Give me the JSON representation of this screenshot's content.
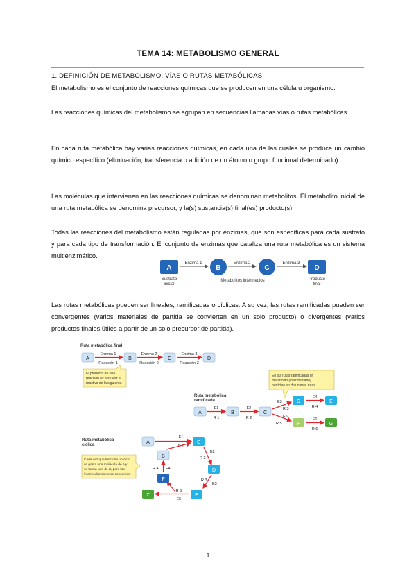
{
  "title": "TEMA 14: METABOLISMO GENERAL",
  "section_heading": "1. DEFINICIÓN DE METABOLISMO. VÍAS O RUTAS METABÓLICAS",
  "paragraphs": [
    "El metabolismo es el conjunto de reacciones químicas que se producen en una célula u organismo.",
    "Las reacciones químicas del metabolismo se agrupan en secuencias llamadas vías o rutas metabólicas.",
    "En cada ruta metabólica hay varias reacciones químicas, en cada una de las cuales se produce un cambio químico específico (eliminación, transferencia o adición de un átomo o grupo funcional determinado).",
    "Las moléculas que intervienen en las reacciones químicas se denominan metabolitos. El metabolito inicial de una ruta metabólica se denomina precursor, y la(s) sustancia(s) final(es) producto(s).",
    "Todas las reacciones del metabolismo están reguladas por enzimas, que son específicas para cada sustrato y para cada tipo de transformación. El conjunto de enzimas que cataliza una ruta metabólica es un sistema multienzimático.",
    "Las rutas metabólicas pueden ser lineales, ramificadas o cíclicas. A su vez, las rutas ramificadas pueden ser convergentes (varios materiales de partida se convierten en un solo producto) o divergentes (varios productos finales útiles a partir de un solo precursor de partida)."
  ],
  "figure1": {
    "nodes": [
      "A",
      "B",
      "C",
      "D"
    ],
    "enzymes": [
      "Enzima 1",
      "Enzima 2",
      "Enzima 3"
    ],
    "label_a": [
      "Sustrato",
      "inicial"
    ],
    "label_mid": "Metabolitos intermedios",
    "label_d": [
      "Producto",
      "final"
    ]
  },
  "figure2": {
    "linear_title": "Ruta metabólica final",
    "linear_nodes": [
      "A",
      "B",
      "C",
      "D"
    ],
    "linear_enzymes": [
      "Enzima 1",
      "Enzima 2",
      "Enzima 3"
    ],
    "linear_reactions": [
      "Reacción 1",
      "Reacción 2",
      "Reacción 3"
    ],
    "linear_note": [
      "El producto de una",
      "reacción es a su vez el",
      "reactivo de la siguiente."
    ],
    "branched_title": [
      "Ruta metabólica",
      "ramificada"
    ],
    "branched_nodes": [
      "A",
      "B",
      "C",
      "D",
      "E",
      "F",
      "G"
    ],
    "branched_enzymes": [
      "E1",
      "E2",
      "E3",
      "E4",
      "E5",
      "E6"
    ],
    "branched_reactions": [
      "R 1",
      "R 2",
      "R 3",
      "R 4",
      "R 5",
      "R 6"
    ],
    "branched_note": [
      "En las rutas ramificadas un",
      "metabolito (intermediario)",
      "participa en dos o más rutas."
    ],
    "cyclic_title": [
      "Ruta metabólica",
      "cíclica"
    ],
    "cyclic_nodes": [
      "A",
      "C",
      "D",
      "E",
      "Z",
      "F",
      "B"
    ],
    "cyclic_enzymes": [
      "E1",
      "E2",
      "E3",
      "E4",
      "E5"
    ],
    "cyclic_reactions": [
      "R 1",
      "R 2",
      "R 3",
      "R 4",
      "R 5"
    ],
    "cyclic_note": [
      "Cada vez que funciona un ciclo",
      "se gasta una molécula de A y",
      "se forma una de Z, pero los",
      "intermediarios no se consumen."
    ]
  },
  "page_number": "1",
  "colors": {
    "node_dark_blue": "#2466b8",
    "node_light_blue": "#cfe3f7",
    "node_cyan": "#27b2e6",
    "node_light_green": "#a6d06d",
    "node_green": "#4aa535",
    "arrow_red": "#e0262b",
    "callout_yellow": "#fff3a6"
  }
}
